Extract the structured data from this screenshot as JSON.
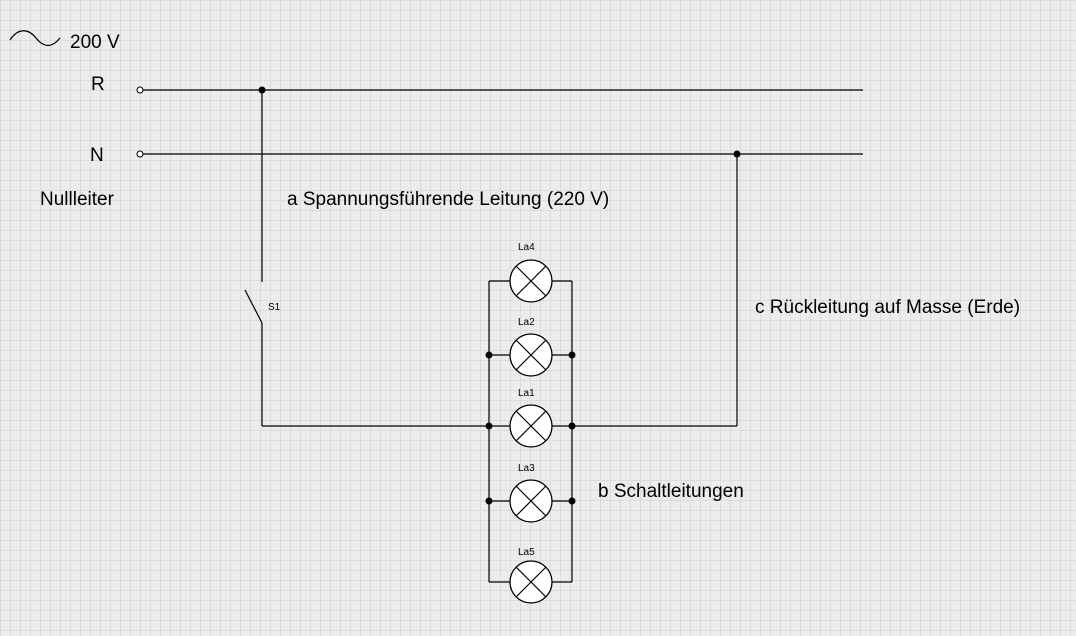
{
  "voltage_symbol": "ac-sine-icon",
  "voltage_label": "200 V",
  "line_r_label": "R",
  "line_n_label": "N",
  "nullleiter_label": "Nullleiter",
  "label_a": "a Spannungsführende Leitung (220 V)",
  "label_b": "b Schaltleitungen",
  "label_c": "c Rückleitung auf Masse (Erde)",
  "switch_label": "S1",
  "lamps": [
    "La4",
    "La2",
    "La1",
    "La3",
    "La5"
  ]
}
